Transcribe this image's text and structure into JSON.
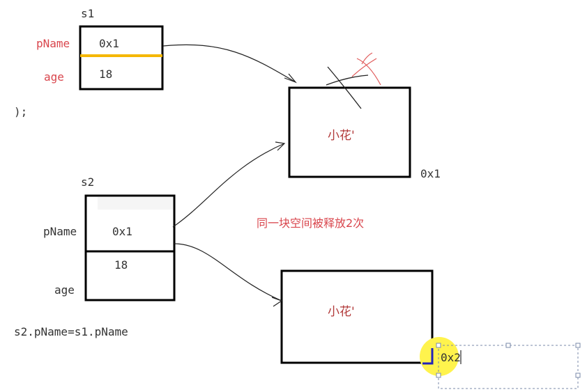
{
  "s1": {
    "label": "s1",
    "field_pname_label": "pName",
    "field_age_label": "age",
    "pname_value": "0x1",
    "age_value": "18"
  },
  "fragment_text": ");",
  "heap_block_1": {
    "content": "小花'",
    "address": "0x1"
  },
  "s2": {
    "label": "s2",
    "field_pname_label": "pName",
    "field_age_label": "age",
    "pname_value": "0x1",
    "age_value": "18"
  },
  "annotation": "同一块空间被释放2次",
  "heap_block_2": {
    "content": "小花'",
    "address": "0x2"
  },
  "code_line": "s2.pName=s1.pName",
  "colors": {
    "label_red": "#d9464d",
    "text_dark": "#333333",
    "highlight_orange": "#f5b700",
    "cursor_yellow": "#fff34d",
    "selection_blue": "#2222bb",
    "scribble_red": "#e05a5a",
    "handle_gray": "#7a8aa8"
  }
}
